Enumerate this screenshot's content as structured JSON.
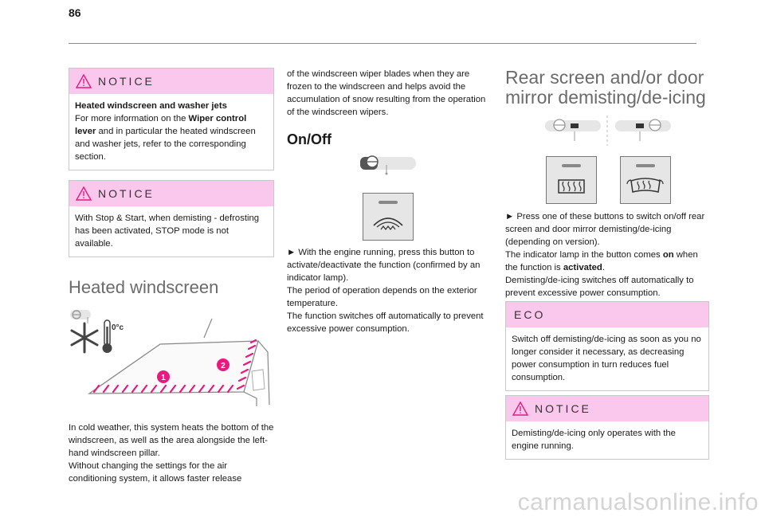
{
  "page": {
    "number": "86"
  },
  "notice1": {
    "title": "NOTICE",
    "lead": "Heated windscreen and washer jets",
    "text_a": "For more information on the ",
    "text_bold": "Wiper control lever",
    "text_b": " and in particular the heated windscreen and washer jets, refer to the corresponding section."
  },
  "notice2": {
    "title": "NOTICE",
    "text": "With Stop & Start, when demisting - defrosting has been activated, STOP mode is not available."
  },
  "heated": {
    "title": "Heated windscreen",
    "temp_label": "0°c",
    "callout1": "1",
    "callout2": "2",
    "body": "In cold weather, this system heats the bottom of the windscreen, as well as the area alongside the left-hand windscreen pillar.",
    "body2": "Without changing the settings for the air conditioning system, it allows faster release"
  },
  "middle": {
    "continuation": "of the windscreen wiper blades when they are frozen to the windscreen and helps avoid the accumulation of snow resulting from the operation of the windscreen wipers.",
    "onoff_title": "On/Off",
    "step": "► With the engine running, press this button to activate/deactivate the function (confirmed by an indicator lamp).",
    "para2": "The period of operation depends on the exterior temperature.",
    "para3": "The function switches off automatically to prevent excessive power consumption."
  },
  "rear": {
    "title": "Rear screen and/or door mirror demisting/de-icing",
    "step": "► Press one of these buttons to switch on/off rear screen and door mirror demisting/de-icing (depending on version).",
    "lamp_a": "The indicator lamp in the button comes ",
    "lamp_bold": "on",
    "lamp_b": " when the function is ",
    "lamp_bold2": "activated",
    "lamp_c": ".",
    "auto_off": "Demisting/de-icing switches off automatically to prevent excessive power consumption."
  },
  "eco": {
    "title": "ECO",
    "text": "Switch off demisting/de-icing as soon as you no longer consider it necessary, as decreasing power consumption in turn reduces fuel consumption."
  },
  "notice3": {
    "title": "NOTICE",
    "text": "Demisting/de-icing only operates with the engine running."
  },
  "watermark": {
    "text": "carmanualsonline.info"
  },
  "colors": {
    "notice_bg": "#f9c8ec",
    "accent": "#e8197f",
    "heading_gray": "#6b6b6b"
  }
}
